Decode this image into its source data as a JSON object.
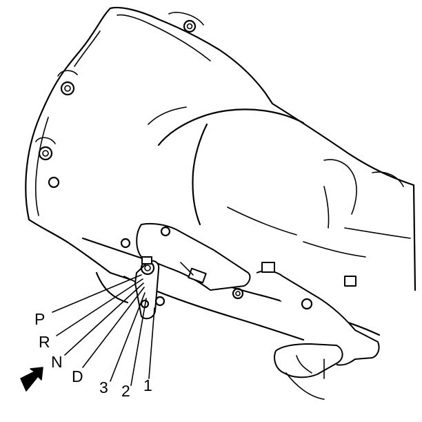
{
  "diagram": {
    "labels": {
      "p": "P",
      "r": "R",
      "n": "N",
      "d": "D",
      "three": "3",
      "two": "2",
      "one": "1"
    },
    "colors": {
      "line": "#000000",
      "background": "#ffffff"
    },
    "icons": {
      "front_arrow": "arrow-icon"
    }
  }
}
